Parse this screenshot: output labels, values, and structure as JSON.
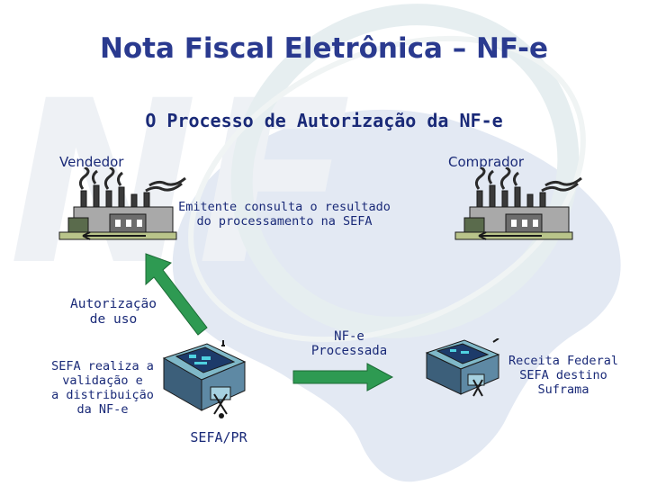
{
  "title": "Nota Fiscal Eletrônica – NF-e",
  "subtitle": "O Processo de Autorização da NF-e",
  "vendedor_label": "Vendedor",
  "comprador_label": "Comprador",
  "consulta_line1": "Emitente consulta o resultado",
  "consulta_line2": "do processamento na SEFA",
  "autorizacao_line1": "Autorização",
  "autorizacao_line2": "de uso",
  "processada_line1": "NF-e",
  "processada_line2": "Processada",
  "sefa_line1": "SEFA realiza a",
  "sefa_line2": "validação e",
  "sefa_line3": "a distribuição",
  "sefa_line4": "da NF-e",
  "sefa_pr_label": "SEFA/PR",
  "destinos_line1": "Receita Federal",
  "destinos_line2": "SEFA destino",
  "destinos_line3": "Suframa",
  "colors": {
    "title": "#2a3a8f",
    "text": "#1a2a78",
    "arrow": "#2e9a52",
    "background_map": "#dfe6f1"
  }
}
